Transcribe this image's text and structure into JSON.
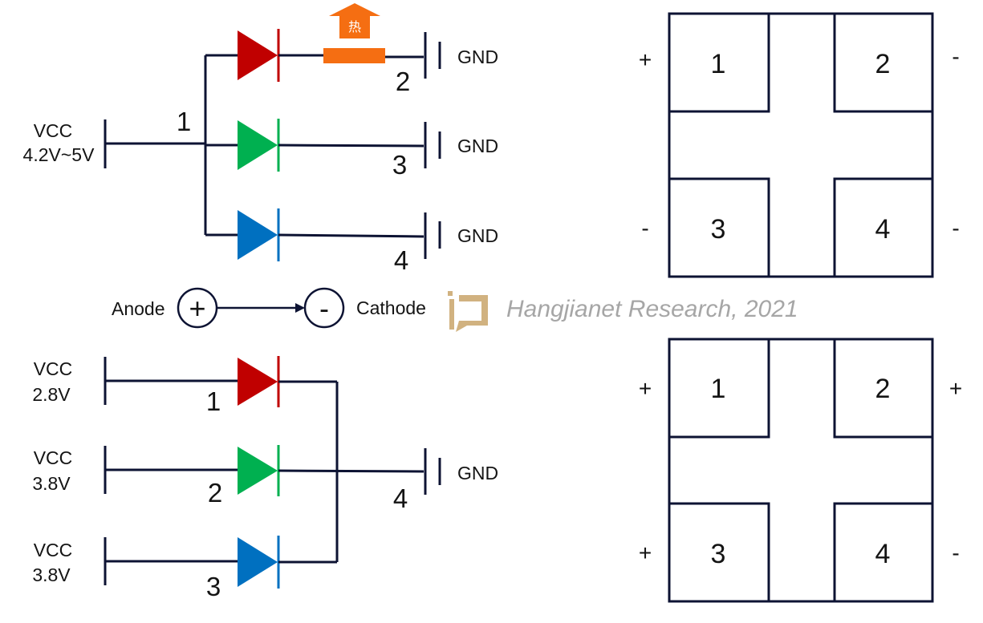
{
  "colors": {
    "wire": "#0d1333",
    "red_led": "#c00000",
    "green_led": "#00b050",
    "blue_led": "#0070c0",
    "heat": "#f56e12",
    "package_outline": "#0d1333",
    "watermark": "#a6a6a6",
    "watermark_logo": "#c9a56b"
  },
  "top_circuit": {
    "vcc_label": "VCC",
    "vcc_range": "4.2V~5V",
    "common_pin": "1",
    "gnd_label": "GND",
    "heat_char": "热",
    "leds": [
      {
        "color": "red",
        "pin": "2"
      },
      {
        "color": "green",
        "pin": "3"
      },
      {
        "color": "blue",
        "pin": "4"
      }
    ]
  },
  "legend": {
    "anode_label": "Anode",
    "anode_symbol": "+",
    "cathode_label": "Cathode",
    "cathode_symbol": "-"
  },
  "watermark": {
    "text": "Hangjianet Research, 2021"
  },
  "bottom_circuit": {
    "gnd_label": "GND",
    "common_pin": "4",
    "leds": [
      {
        "color": "red",
        "vcc_label": "VCC",
        "voltage": "2.8V",
        "pin": "1"
      },
      {
        "color": "green",
        "vcc_label": "VCC",
        "voltage": "3.8V",
        "pin": "2"
      },
      {
        "color": "blue",
        "vcc_label": "VCC",
        "voltage": "3.8V",
        "pin": "3"
      }
    ]
  },
  "top_package": {
    "pads": [
      "1",
      "2",
      "3",
      "4"
    ],
    "polarity": [
      "+",
      "-",
      "-",
      "-"
    ]
  },
  "bottom_package": {
    "pads": [
      "1",
      "2",
      "3",
      "4"
    ],
    "polarity": [
      "+",
      "+",
      "+",
      "-"
    ]
  }
}
